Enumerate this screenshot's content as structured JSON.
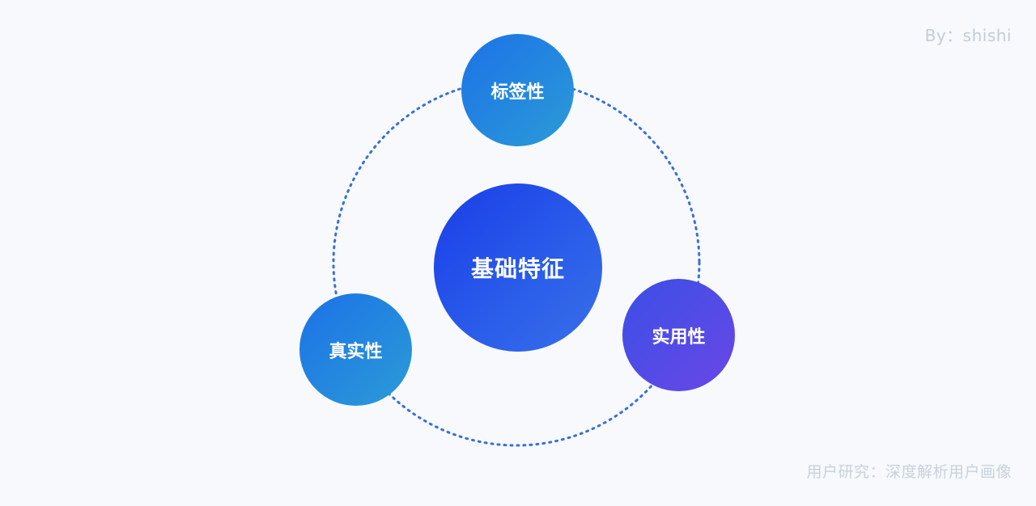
{
  "author": "By：shishi",
  "footer": "用户研究：深度解析用户画像",
  "diagram": {
    "center": "基础特征",
    "nodes": {
      "top": "标签性",
      "left": "真实性",
      "right": "实用性"
    },
    "colors": {
      "ring": "#3a6fd8",
      "center_gradient": [
        "#1a3de8",
        "#3a6fe8"
      ],
      "blue_gradient": [
        "#1c72e8",
        "#2b9bd6"
      ],
      "purple_gradient": [
        "#3b4fe6",
        "#6a47e6"
      ]
    }
  }
}
